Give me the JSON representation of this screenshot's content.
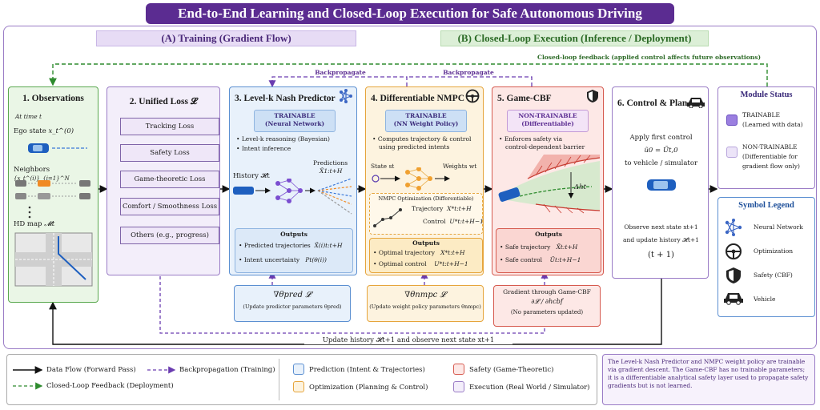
{
  "title": "End-to-End Learning and Closed-Loop Execution for Safe Autonomous Driving",
  "sections": {
    "training": "(A)  Training (Gradient Flow)",
    "execution": "(B)  Closed-Loop Execution (Inference / Deployment)"
  },
  "arrows": {
    "closed_loop": "Closed-loop feedback (applied control affects future observations)",
    "backprop1": "Backpropagate",
    "backprop2": "Backpropagate",
    "update_history": "Update history  𝓗t+1  and observe next state  xt+1"
  },
  "observations": {
    "title": "1.  Observations",
    "time": "At time t",
    "ego": "Ego state",
    "ego_sym": "x_t^(0)",
    "neighbors": "Neighbors",
    "neighbors_sym": "{x_t^(i)}_{i=1}^N",
    "map": "HD map",
    "map_sym": "𝓜t"
  },
  "loss": {
    "title": "2.  Unified Loss 𝓛",
    "items": [
      "Tracking Loss",
      "Safety Loss",
      "Game-theoretic Loss",
      "Comfort / Smoothness Loss",
      "Others (e.g., progress)"
    ]
  },
  "predictor": {
    "title": "3.  Level-k Nash Predictor",
    "badge1": "TRAINABLE",
    "badge2": "(Neural Network)",
    "bullet1": "Level-k reasoning (Bayesian)",
    "bullet2": "Intent inference",
    "history": "History 𝓗t",
    "predictions": "Predictions",
    "pred_sym": "X̂1:t+H",
    "outputs_title": "Outputs",
    "out1": "Predicted trajectories",
    "out1_sym": "X̂(i)t:t+H",
    "out2": "Intent uncertainty",
    "out2_sym": "Pt(θ(i))",
    "grad_sym": "∇θpred 𝓛",
    "grad_note": "(Update predictor parameters θpred)"
  },
  "nmpc": {
    "title": "4.  Differentiable NMPC",
    "badge1": "TRAINABLE",
    "badge2": "(NN Weight Policy)",
    "bullet1": "Computes trajectory & control",
    "bullet1b": "using predicted intents",
    "state": "State st",
    "weights": "Weights wt",
    "opt_title": "NMPC Optimization (Differentiable)",
    "traj": "Trajectory",
    "traj_sym": "X*t:t+H",
    "control": "Control",
    "control_sym": "U*t:t+H−1",
    "outputs_title": "Outputs",
    "out1": "Optimal trajectory",
    "out1_sym": "X*t:t+H",
    "out2": "Optimal control",
    "out2_sym": "U*t:t+H−1",
    "grad_sym": "∇θnmpc 𝓛",
    "grad_note": "(Update weight policy parameters θnmpc)"
  },
  "cbf": {
    "title": "5.  Game-CBF",
    "badge1": "NON-TRAINABLE",
    "badge2": "(Differentiable)",
    "bullet1": "Enforces safety via",
    "bullet1b": "control-dependent barrier",
    "delta": "Δht",
    "outputs_title": "Outputs",
    "out1": "Safe trajectory",
    "out1_sym": "X̃t:t+H",
    "out2": "Safe control",
    "out2_sym": "Ũt:t+H−1",
    "grad_title": "Gradient through Game-CBF",
    "grad_sym": "∂𝓛 / ∂hcbf",
    "grad_note": "(No parameters updated)"
  },
  "control": {
    "title": "6.  Control & Plan",
    "line1": "Apply first control",
    "eq": "ũ0 = Ũt,0",
    "line2": "to vehicle / simulator",
    "obs1": "Observe next state  xt+1",
    "obs2": "and update history  𝓗t+1",
    "tplus": "(t + 1)"
  },
  "module_status": {
    "title": "Module Status",
    "trainable": "TRAINABLE",
    "trainable_sub": "(Learned with data)",
    "non_trainable": "NON-TRAINABLE",
    "non_trainable_sub1": "(Differentiable for",
    "non_trainable_sub2": "gradient flow only)"
  },
  "symbol_legend": {
    "title": "Symbol Legend",
    "items": [
      {
        "icon": "neural-network-icon",
        "label": "Neural Network"
      },
      {
        "icon": "steering-wheel-icon",
        "label": "Optimization"
      },
      {
        "icon": "shield-icon",
        "label": "Safety (CBF)"
      },
      {
        "icon": "car-icon",
        "label": "Vehicle"
      }
    ]
  },
  "bottom_legend": {
    "data_flow": "Data Flow (Forward Pass)",
    "backprop": "Backpropagation (Training)",
    "feedback": "Closed-Loop Feedback (Deployment)",
    "prediction": "Prediction (Intent & Trajectories)",
    "optimization": "Optimization (Planning & Control)",
    "safety": "Safety (Game-Theoretic)",
    "execution": "Execution (Real World / Simulator)",
    "note": "The Level-k Nash Predictor and NMPC weight policy are trainable via gradient descent. The Game-CBF has no trainable parameters; it is a differentiable analytical safety layer used to propagate safety gradients but is not learned."
  },
  "colors": {
    "purple": "#5b2c91",
    "blue_panel": "#e8f1fb",
    "orange_panel": "#fdf3df",
    "red_panel": "#fde8e6",
    "green_panel": "#eaf6e6",
    "lavender_panel": "#f3eefa"
  }
}
